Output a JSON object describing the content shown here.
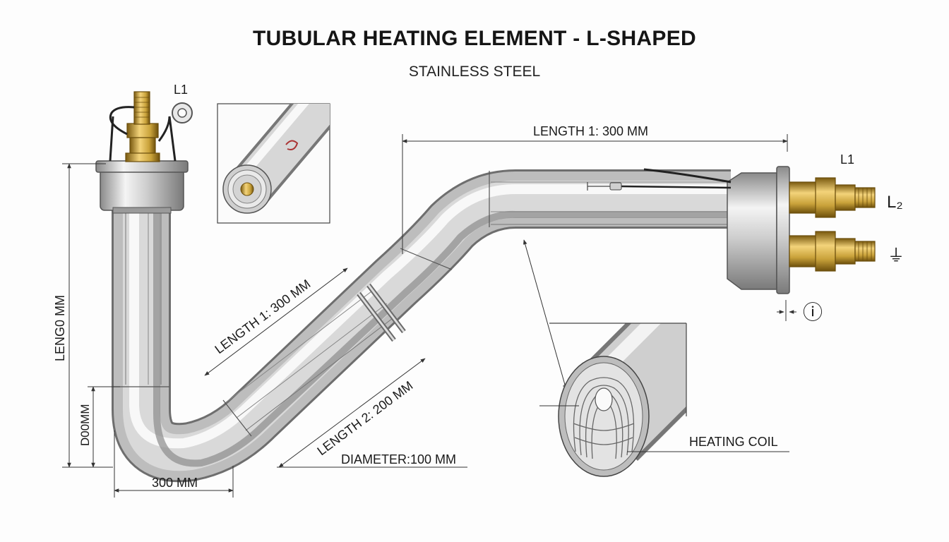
{
  "title": "TUBULAR HEATING ELEMENT - L-SHAPED",
  "subtitle": "STAINLESS STEEL",
  "labels": {
    "terminal_top": "L1",
    "terminal_right_top": "L1",
    "terminal_right_mid": "L₂",
    "ground_symbol": "⏚",
    "info_symbol": "ⓘ",
    "length_top": "LENGTH 1: 300 MM",
    "length_diag_1": "LENGTH 1: 300 MM",
    "length_diag_2": "LENGTH 2: 200 MM",
    "vertical_long": "LENG0 MM",
    "vertical_short": "D00MM",
    "bottom_width": "300 MM",
    "diameter": "DIAMETER:100 MM",
    "heating_coil": "HEATING COIL"
  },
  "colors": {
    "steel_light": "#f2f2f2",
    "steel_mid": "#b9b9b9",
    "steel_dark": "#7d7d7d",
    "brass": "#c9a23a",
    "brass_dark": "#8a6a12",
    "line": "#333333"
  }
}
